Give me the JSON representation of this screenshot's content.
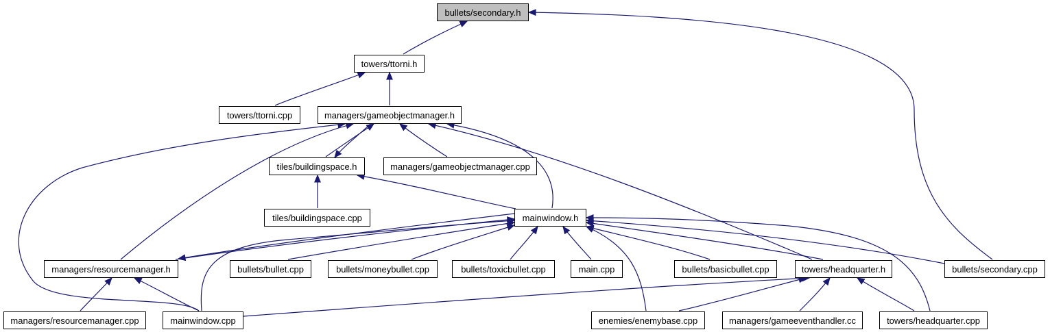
{
  "diagram": {
    "type": "include-dependency-graph",
    "colors": {
      "edge": "#191970",
      "root_fill": "#bfbfbf",
      "node_fill": "#ffffff",
      "node_border": "#000000"
    },
    "nodes": [
      {
        "id": "n0",
        "label": "bullets/secondary.h",
        "root": true
      },
      {
        "id": "n1",
        "label": "towers/ttorni.h"
      },
      {
        "id": "n2",
        "label": "towers/ttorni.cpp"
      },
      {
        "id": "n3",
        "label": "managers/gameobjectmanager.h"
      },
      {
        "id": "n4",
        "label": "tiles/buildingspace.h"
      },
      {
        "id": "n5",
        "label": "managers/gameobjectmanager.cpp"
      },
      {
        "id": "n6",
        "label": "tiles/buildingspace.cpp"
      },
      {
        "id": "n7",
        "label": "mainwindow.h"
      },
      {
        "id": "n8",
        "label": "managers/resourcemanager.h"
      },
      {
        "id": "n9",
        "label": "bullets/bullet.cpp"
      },
      {
        "id": "n10",
        "label": "bullets/moneybullet.cpp"
      },
      {
        "id": "n11",
        "label": "bullets/toxicbullet.cpp"
      },
      {
        "id": "n12",
        "label": "main.cpp"
      },
      {
        "id": "n13",
        "label": "bullets/basicbullet.cpp"
      },
      {
        "id": "n14",
        "label": "towers/headquarter.h"
      },
      {
        "id": "n15",
        "label": "bullets/secondary.cpp"
      },
      {
        "id": "n16",
        "label": "managers/resourcemanager.cpp"
      },
      {
        "id": "n17",
        "label": "mainwindow.cpp"
      },
      {
        "id": "n18",
        "label": "enemies/enemybase.cpp"
      },
      {
        "id": "n19",
        "label": "managers/gameeventhandler.cc"
      },
      {
        "id": "n20",
        "label": "towers/headquarter.cpp"
      }
    ],
    "edges": [
      {
        "from": "n1",
        "to": "n0"
      },
      {
        "from": "n15",
        "to": "n0"
      },
      {
        "from": "n2",
        "to": "n1"
      },
      {
        "from": "n3",
        "to": "n1"
      },
      {
        "from": "n4",
        "to": "n3"
      },
      {
        "from": "n5",
        "to": "n3"
      },
      {
        "from": "n7",
        "to": "n3"
      },
      {
        "from": "n8",
        "to": "n3"
      },
      {
        "from": "n14",
        "to": "n3"
      },
      {
        "from": "n17",
        "to": "n3"
      },
      {
        "from": "n3",
        "to": "n4"
      },
      {
        "from": "n6",
        "to": "n4"
      },
      {
        "from": "n7",
        "to": "n4"
      },
      {
        "from": "n8",
        "to": "n7"
      },
      {
        "from": "n9",
        "to": "n7"
      },
      {
        "from": "n10",
        "to": "n7"
      },
      {
        "from": "n11",
        "to": "n7"
      },
      {
        "from": "n12",
        "to": "n7"
      },
      {
        "from": "n13",
        "to": "n7"
      },
      {
        "from": "n14",
        "to": "n7"
      },
      {
        "from": "n15",
        "to": "n7"
      },
      {
        "from": "n17",
        "to": "n7"
      },
      {
        "from": "n18",
        "to": "n7"
      },
      {
        "from": "n20",
        "to": "n7"
      },
      {
        "from": "n7",
        "to": "n8"
      },
      {
        "from": "n16",
        "to": "n8"
      },
      {
        "from": "n17",
        "to": "n8"
      },
      {
        "from": "n17",
        "to": "n14"
      },
      {
        "from": "n18",
        "to": "n14"
      },
      {
        "from": "n19",
        "to": "n14"
      },
      {
        "from": "n20",
        "to": "n14"
      }
    ]
  }
}
